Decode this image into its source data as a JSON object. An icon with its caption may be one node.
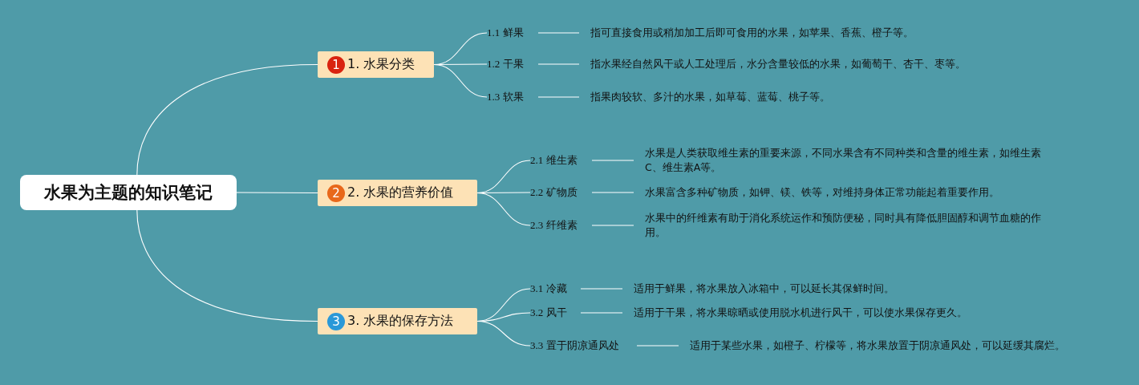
{
  "diagram": {
    "nodes": [
      {
        "text": [
          "水果为主题的知识笔记"
        ]
      },
      {
        "text": [
          "1",
          "1. 水果分类"
        ]
      },
      {
        "text": [
          "1.1 鲜果"
        ]
      },
      {
        "text": [
          "指可直接食用或稍加加工后即可食用的水果，如苹果、香蕉、橙子等。"
        ]
      },
      {
        "text": [
          "1.2 干果"
        ]
      },
      {
        "text": [
          "指水果经自然风干或人工处理后，水分含量较低的水果，如葡萄干、杏干、枣等。"
        ]
      },
      {
        "text": [
          "1.3 软果"
        ]
      },
      {
        "text": [
          "指果肉较软、多汁的水果，如草莓、蓝莓、桃子等。"
        ]
      },
      {
        "text": [
          "2",
          "2. 水果的营养价值"
        ]
      },
      {
        "text": [
          "2.1 维生素"
        ]
      },
      {
        "text": [
          "水果是人类获取维生素的重要来源，不同水果含有不同种类和含量的维生素，如维生素C、维生素A等。"
        ]
      },
      {
        "text": [
          "2.2 矿物质"
        ]
      },
      {
        "text": [
          "水果富含多种矿物质，如钾、镁、铁等，对维持身体正常功能起着重要作用。"
        ]
      },
      {
        "text": [
          "2.3 纤维素"
        ]
      },
      {
        "text": [
          "水果中的纤维素有助于消化系统运作和预防便秘，同时具有降低胆固醇和调节血糖的作用。"
        ]
      },
      {
        "text": [
          "3",
          "3. 水果的保存方法"
        ]
      },
      {
        "text": [
          "3.1 冷藏"
        ]
      },
      {
        "text": [
          "适用于鲜果，将水果放入冰箱中，可以延长其保鲜时间。"
        ]
      },
      {
        "text": [
          "3.2 风干"
        ]
      },
      {
        "text": [
          "适用于干果，将水果晾晒或使用脱水机进行风干，可以使水果保存更久。"
        ]
      },
      {
        "text": [
          "3.3 置于阴凉通风处"
        ]
      },
      {
        "text": [
          "适用于某些水果，如橙子、柠檬等，将水果放置于阴凉通风处，可以延缓其腐烂。"
        ]
      }
    ],
    "edges": [
      {
        "from": 0,
        "to": 1,
        "arrow": "none"
      },
      {
        "from": 0,
        "to": 8,
        "arrow": "none"
      },
      {
        "from": 0,
        "to": 15,
        "arrow": "none"
      },
      {
        "from": 1,
        "to": 2,
        "arrow": "none"
      },
      {
        "from": 1,
        "to": 4,
        "arrow": "none"
      },
      {
        "from": 1,
        "to": 6,
        "arrow": "none"
      },
      {
        "from": 2,
        "to": 3,
        "arrow": "none"
      },
      {
        "from": 4,
        "to": 5,
        "arrow": "none"
      },
      {
        "from": 6,
        "to": 7,
        "arrow": "none"
      },
      {
        "from": 8,
        "to": 9,
        "arrow": "none"
      },
      {
        "from": 8,
        "to": 11,
        "arrow": "none"
      },
      {
        "from": 8,
        "to": 13,
        "arrow": "none"
      },
      {
        "from": 9,
        "to": 10,
        "arrow": "none"
      },
      {
        "from": 11,
        "to": 12,
        "arrow": "none"
      },
      {
        "from": 13,
        "to": 14,
        "arrow": "none"
      },
      {
        "from": 15,
        "to": 16,
        "arrow": "none"
      },
      {
        "from": 15,
        "to": 18,
        "arrow": "none"
      },
      {
        "from": 15,
        "to": 20,
        "arrow": "none"
      },
      {
        "from": 16,
        "to": 17,
        "arrow": "none"
      },
      {
        "from": 18,
        "to": 19,
        "arrow": "none"
      },
      {
        "from": 20,
        "to": 21,
        "arrow": "none"
      }
    ]
  }
}
